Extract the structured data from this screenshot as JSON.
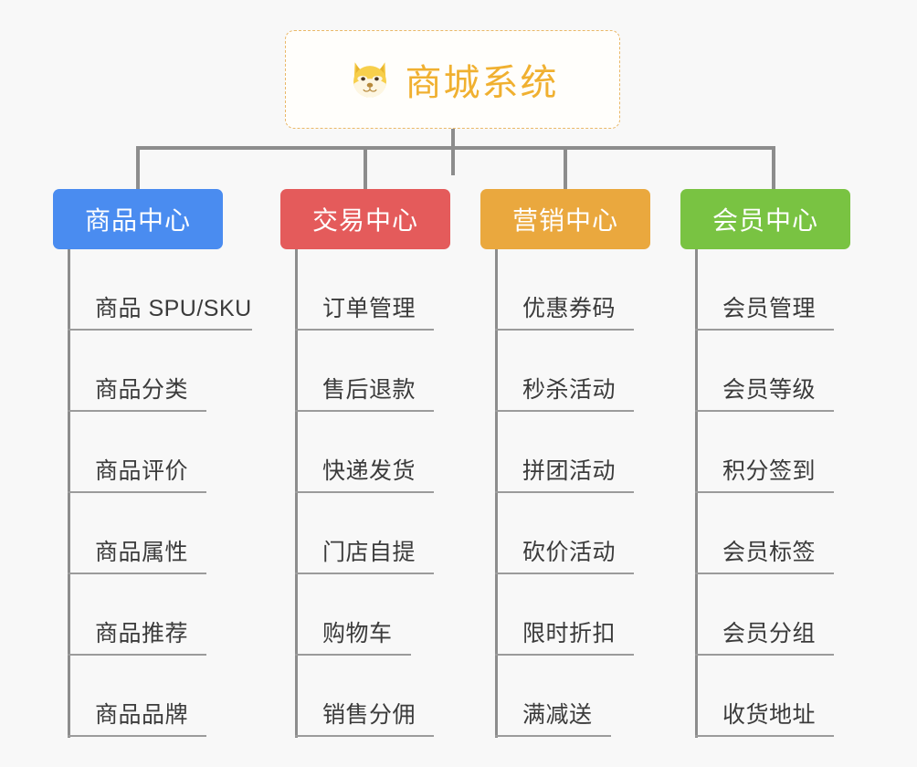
{
  "page": {
    "background_color": "#f8f8f8",
    "line_color": "#8d8d8d",
    "rule_color": "#9b9b9b"
  },
  "root": {
    "title": "商城系统",
    "icon": "shiba-dog-face-emoji",
    "text_color": "#f0b030",
    "border_color": "#eab868",
    "background_color": "#fffefb"
  },
  "columns": [
    {
      "id": "product-center",
      "label": "商品中心",
      "color": "#4a8cf0",
      "items": [
        "商品 SPU/SKU",
        "商品分类",
        "商品评价",
        "商品属性",
        "商品推荐",
        "商品品牌"
      ]
    },
    {
      "id": "trade-center",
      "label": "交易中心",
      "color": "#e45b5b",
      "items": [
        "订单管理",
        "售后退款",
        "快递发货",
        "门店自提",
        "购物车",
        "销售分佣"
      ]
    },
    {
      "id": "marketing-center",
      "label": "营销中心",
      "color": "#eaa83e",
      "items": [
        "优惠券码",
        "秒杀活动",
        "拼团活动",
        "砍价活动",
        "限时折扣",
        "满减送"
      ]
    },
    {
      "id": "member-center",
      "label": "会员中心",
      "color": "#79c342",
      "items": [
        "会员管理",
        "会员等级",
        "积分签到",
        "会员标签",
        "会员分组",
        "收货地址"
      ]
    }
  ]
}
